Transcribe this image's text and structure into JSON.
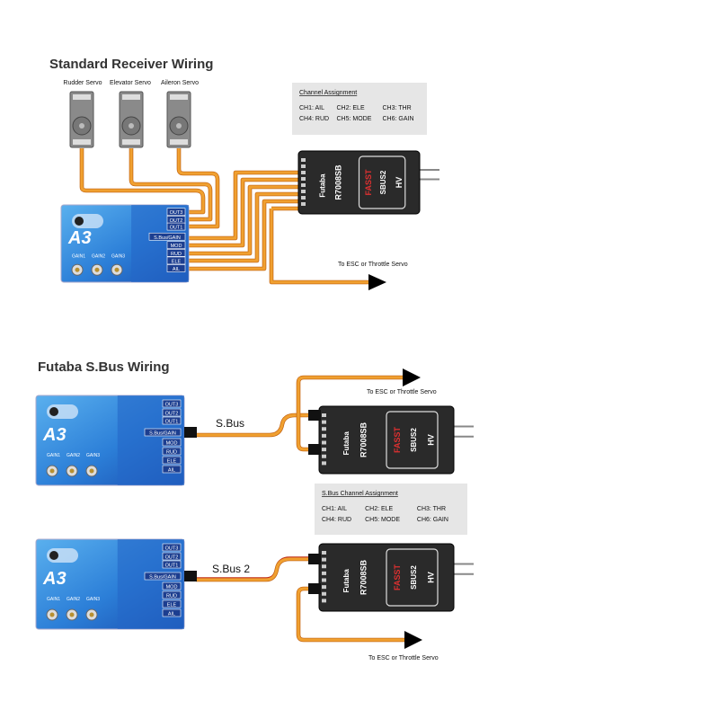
{
  "standard": {
    "title": "Standard Receiver Wiring",
    "servos": [
      "Rudder Servo",
      "Elevator Servo",
      "Aileron Servo"
    ],
    "channel_box": {
      "heading": "Channel Assignment",
      "rows": [
        [
          "CH1: AIL",
          "CH2: ELE",
          "CH3: THR"
        ],
        [
          "CH4: RUD",
          "CH5: MODE",
          "CH6: GAIN"
        ]
      ]
    },
    "esc_label": "To ESC or Throttle Servo"
  },
  "sbus": {
    "title": "Futaba S.Bus Wiring",
    "sbus_label": "S.Bus",
    "sbus2_label": "S.Bus 2",
    "esc_label_top": "To ESC or Throttle Servo",
    "esc_label_bottom": "To ESC or Throttle Servo",
    "channel_box": {
      "heading": "S.Bus Channel Assignment",
      "rows": [
        [
          "CH1: AIL",
          "CH2: ELE",
          "CH3: THR"
        ],
        [
          "CH4: RUD",
          "CH5: MODE",
          "CH6: GAIN"
        ]
      ]
    }
  },
  "a3": {
    "name": "A3",
    "ports": [
      "OUT3",
      "OUT2",
      "OUT1",
      "S.Bus/GAIN",
      "MOD",
      "RUD",
      "ELE",
      "AIL"
    ],
    "gains": [
      "GAIN1",
      "GAIN2",
      "GAIN3"
    ]
  },
  "receiver": {
    "brand": "Futaba",
    "model": "R7008SB",
    "logo": "FASST",
    "badge": "HV",
    "sbus": "SBUS2"
  },
  "colors": {
    "wire": "#f0a030",
    "module_blue": "#2a7bd6",
    "receiver": "#2a2a2a",
    "box": "#e6e6e6"
  }
}
